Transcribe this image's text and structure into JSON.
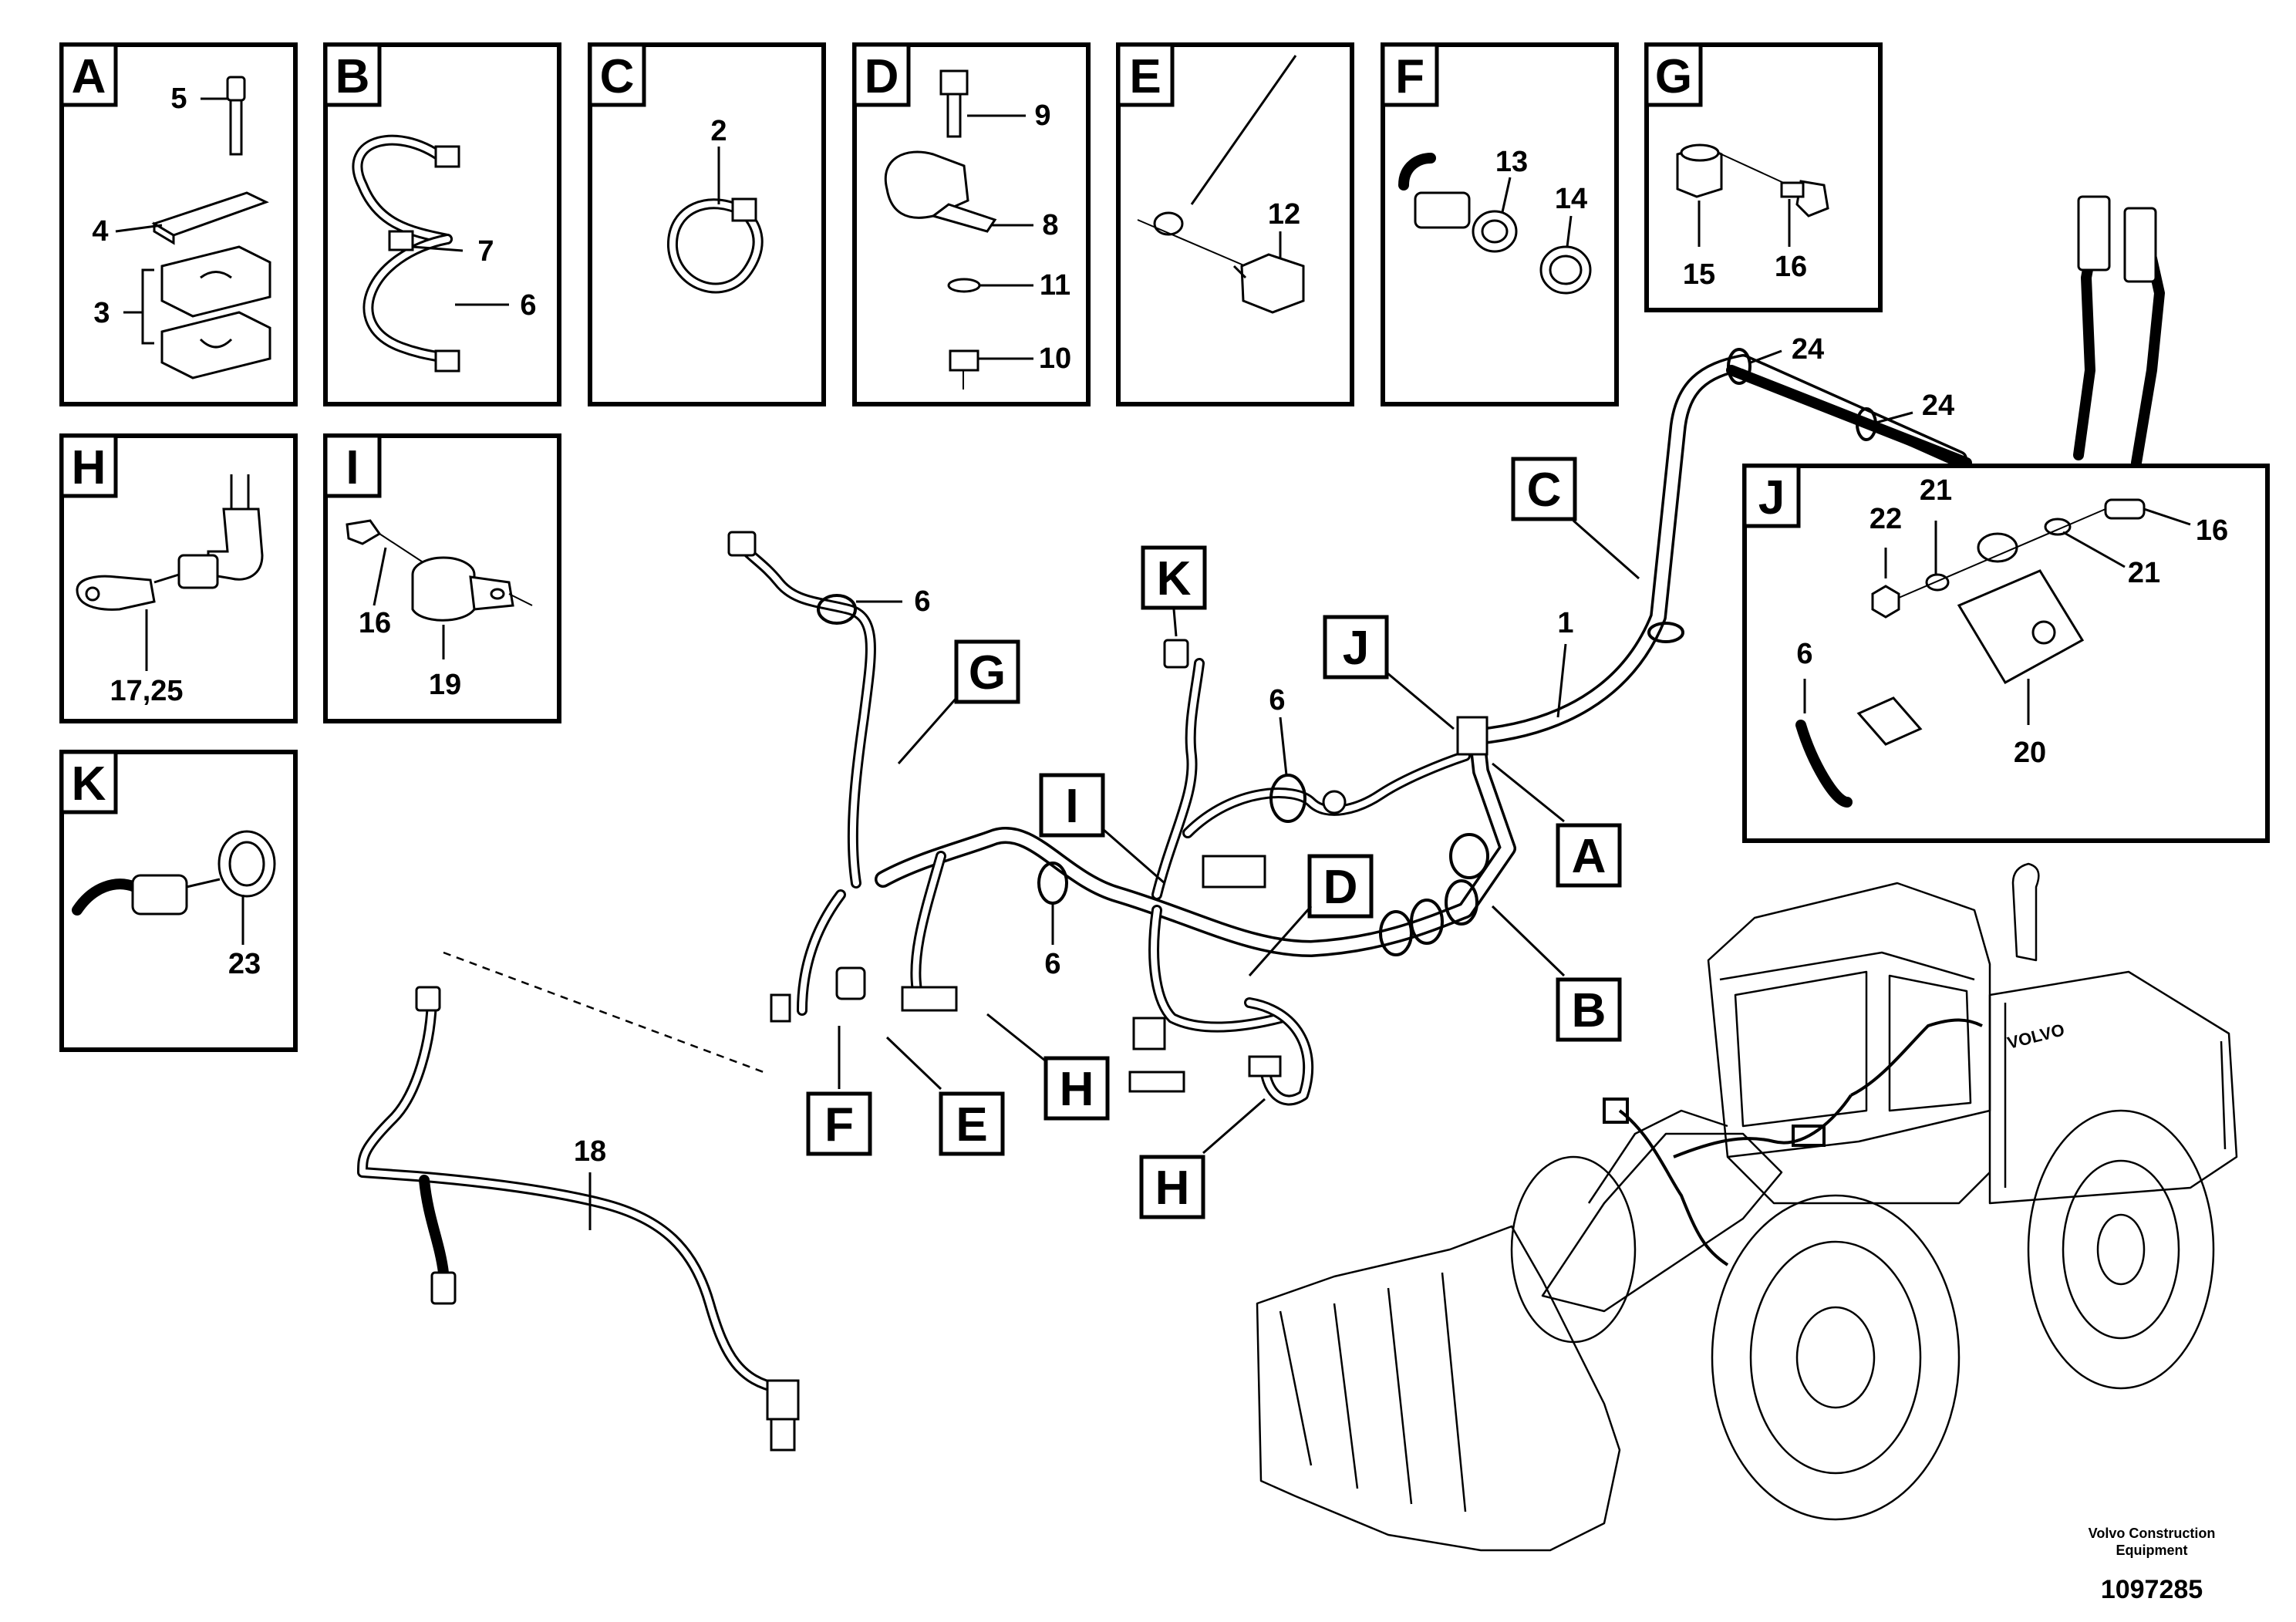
{
  "detail_panels": [
    {
      "letter": "A",
      "callouts": [
        "5",
        "4",
        "3"
      ]
    },
    {
      "letter": "B",
      "callouts": [
        "7",
        "6"
      ]
    },
    {
      "letter": "C",
      "callouts": [
        "2"
      ]
    },
    {
      "letter": "D",
      "callouts": [
        "9",
        "8",
        "11",
        "10"
      ]
    },
    {
      "letter": "E",
      "callouts": [
        "12"
      ]
    },
    {
      "letter": "F",
      "callouts": [
        "13",
        "14"
      ]
    },
    {
      "letter": "G",
      "callouts": [
        "15",
        "16"
      ]
    },
    {
      "letter": "H",
      "callouts": [
        "17,25"
      ]
    },
    {
      "letter": "I",
      "callouts": [
        "16",
        "19"
      ]
    },
    {
      "letter": "J",
      "callouts": [
        "22",
        "21",
        "21",
        "16",
        "6",
        "20"
      ]
    },
    {
      "letter": "K",
      "callouts": [
        "23"
      ]
    }
  ],
  "main_callouts": [
    "1",
    "6",
    "6",
    "6",
    "18",
    "24",
    "24"
  ],
  "main_tags": [
    "A",
    "B",
    "C",
    "D",
    "E",
    "F",
    "G",
    "H",
    "H",
    "I",
    "J",
    "K"
  ],
  "machine": {
    "brand_mark": "VOLVO"
  },
  "footer": {
    "publisher": "Volvo Construction Equipment",
    "publisher_line1": "Volvo Construction",
    "publisher_line2": "Equipment",
    "doc_number": "1097285"
  }
}
